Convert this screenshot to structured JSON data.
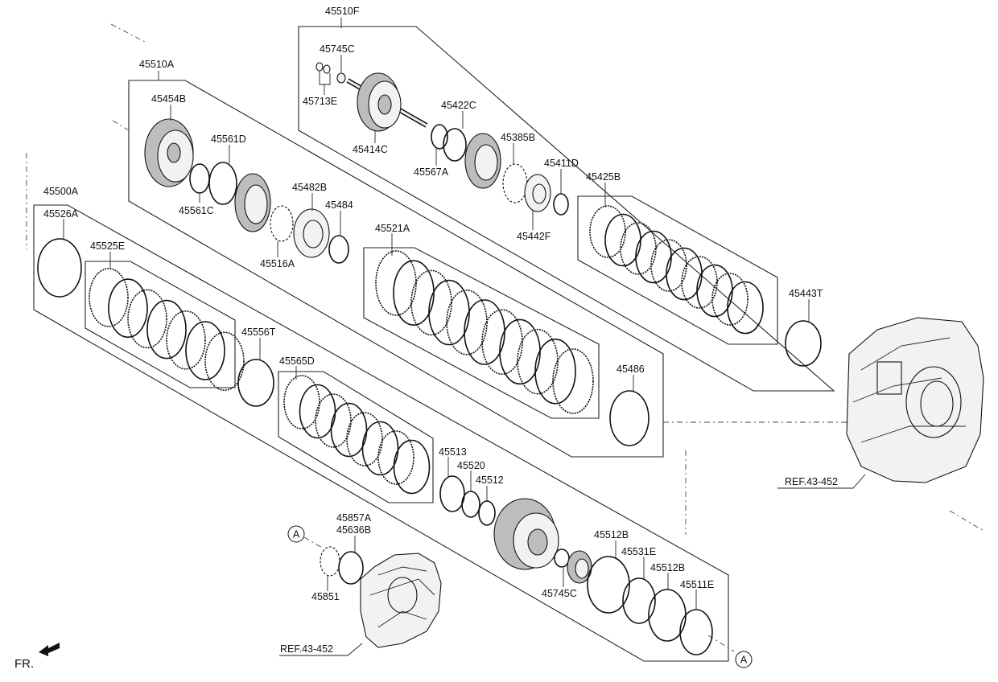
{
  "callouts": {
    "p45510F": "45510F",
    "p45745C_top": "45745C",
    "p45713E": "45713E",
    "p45414C": "45414C",
    "p45422C": "45422C",
    "p45567A": "45567A",
    "p45385B": "45385B",
    "p45411D": "45411D",
    "p45442F": "45442F",
    "p45425B": "45425B",
    "p45443T": "45443T",
    "p45510A": "45510A",
    "p45454B": "45454B",
    "p45561D": "45561D",
    "p45561C": "45561C",
    "p45482B": "45482B",
    "p45484": "45484",
    "p45516A": "45516A",
    "p45521A": "45521A",
    "p45486": "45486",
    "p45500A": "45500A",
    "p45526A": "45526A",
    "p45525E": "45525E",
    "p45556T": "45556T",
    "p45565D": "45565D",
    "p45513": "45513",
    "p45520": "45520",
    "p45512": "45512",
    "p45857A": "45857A",
    "p45636B": "45636B",
    "p45851": "45851",
    "p45512B_1": "45512B",
    "p45531E": "45531E",
    "p45512B_2": "45512B",
    "p45511E": "45511E",
    "p45745C_bottom": "45745C",
    "ref_right": "REF.43-452",
    "ref_bottom": "REF.43-452"
  },
  "markers": {
    "a_left": "A",
    "a_right": "A"
  },
  "orientation": {
    "fr_label": "FR."
  }
}
